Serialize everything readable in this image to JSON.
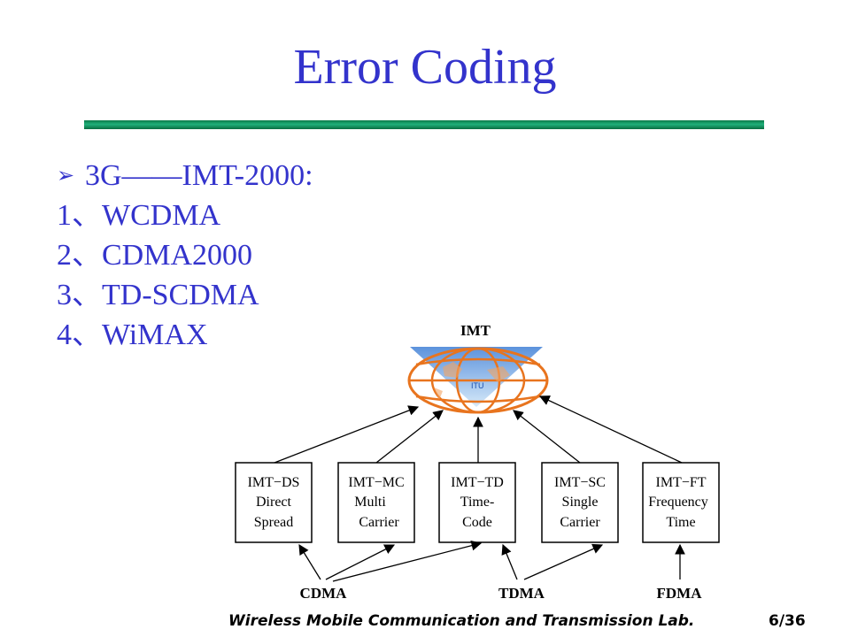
{
  "slide": {
    "title": "Error Coding",
    "bullet_heading": "3G——IMT-2000:",
    "items": [
      "1、WCDMA",
      "2、CDMA2000",
      "3、TD-SCDMA",
      "4、WiMAX"
    ]
  },
  "diagram": {
    "top_label": "IMT",
    "globe_text": "ITU",
    "boxes": [
      {
        "title": "IMT−DS",
        "line1": "Direct",
        "line2": "Spread"
      },
      {
        "title": "IMT−MC",
        "line1": "Multi",
        "line2": "Carrier"
      },
      {
        "title": "IMT−TD",
        "line1": "Time-",
        "line2": "Code"
      },
      {
        "title": "IMT−SC",
        "line1": "Single",
        "line2": "Carrier"
      },
      {
        "title": "IMT−FT",
        "line1": "Frequency",
        "line2": "Time"
      }
    ],
    "bottom_labels": [
      "CDMA",
      "TDMA",
      "FDMA"
    ]
  },
  "footer": {
    "text": "Wireless Mobile Communication and Transmission Lab.",
    "page": "6/36"
  },
  "colors": {
    "title": "#3333cc",
    "rule": "#0b7a4a",
    "globe_lines": "#e8741e",
    "globe_sky": "#7fb7e8"
  }
}
